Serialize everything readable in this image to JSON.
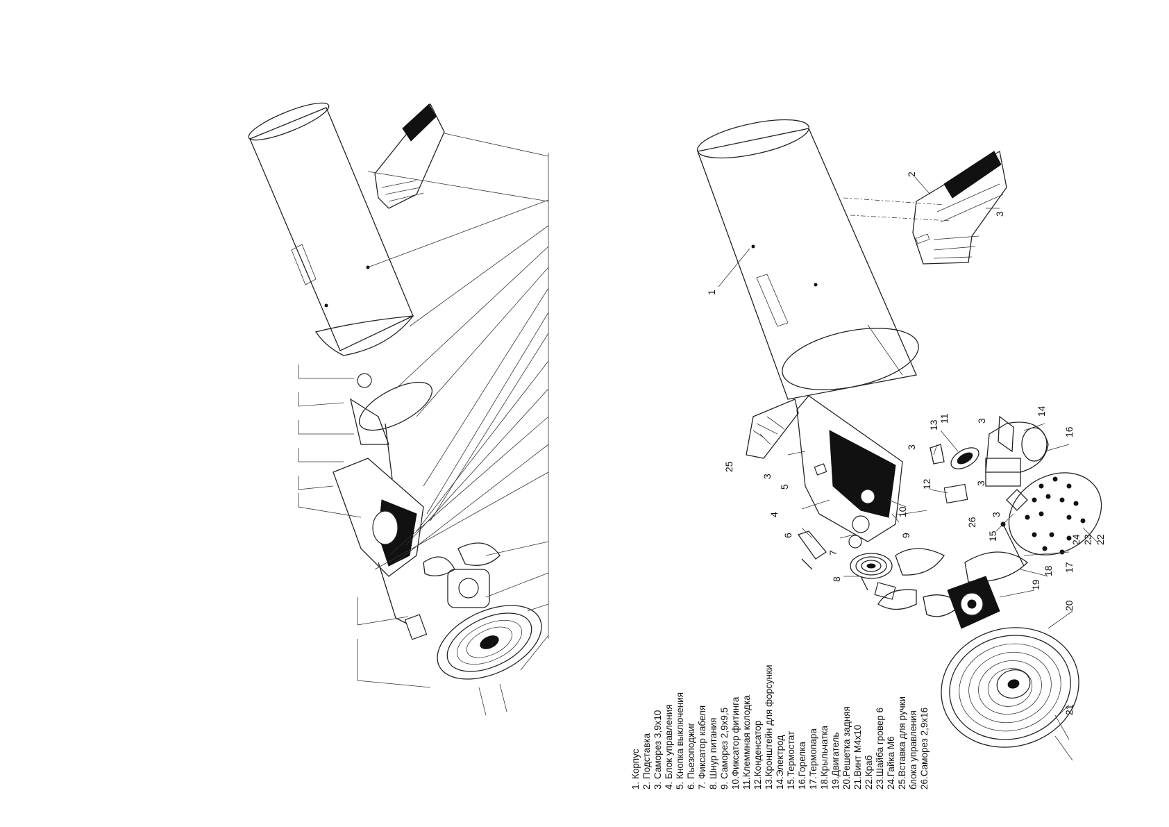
{
  "callouts": [
    "1",
    "2",
    "3",
    "3",
    "3",
    "3",
    "3",
    "3",
    "4",
    "5",
    "6",
    "7",
    "8",
    "9",
    "10",
    "11",
    "12",
    "13",
    "14",
    "15",
    "16",
    "17",
    "18",
    "19",
    "20",
    "21",
    "22",
    "23",
    "24",
    "25",
    "26"
  ],
  "legend": [
    "1.  Корпус",
    "2.  Подставка",
    "3.  Саморез 3,9х10",
    "4.  Блок управления",
    "5.  Кнопка выключения",
    "6.  Пьезоподжиг",
    "7.  Фиксатор кабеля",
    "8.  Шнур питания",
    "9.  Саморез 2,9х9,5",
    "10.Фиксатор фитинга",
    "11.Клеммная колодка",
    "12.Конденсатор",
    "13.Кронштейн для форсунки",
    "14.Электрод",
    "15.Термостат",
    "16.Горелка",
    "17.Термопара",
    "18.Крыльчатка",
    "19.Двигатель",
    "20.Решетка задняя",
    "21.Винт М4х10",
    "22.Краб",
    "23.Шайба гровер 6",
    "24.Гайка М6",
    "25.Вставка для ручки",
    "      блока управления",
    "26.Саморез 2,9х16"
  ]
}
